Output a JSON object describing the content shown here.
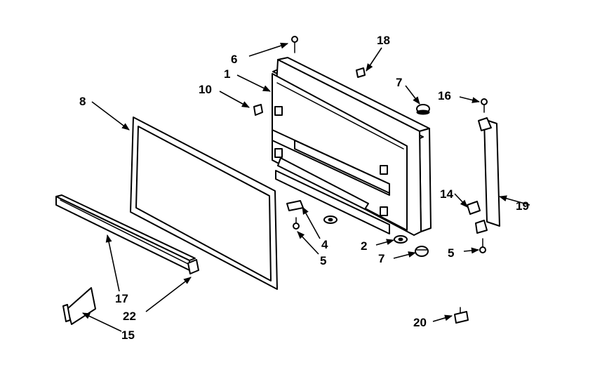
{
  "callouts": {
    "c1": "1",
    "c2": "2",
    "c4": "4",
    "c5a": "5",
    "c5b": "5",
    "c6": "6",
    "c7a": "7",
    "c7b": "7",
    "c8": "8",
    "c10": "10",
    "c14": "14",
    "c15": "15",
    "c16": "16",
    "c17": "17",
    "c18": "18",
    "c19": "19",
    "c20": "20",
    "c22": "22"
  }
}
